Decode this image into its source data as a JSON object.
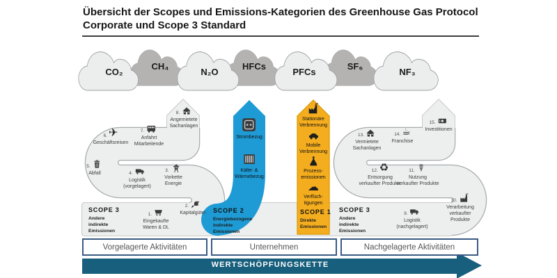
{
  "header": {
    "title": "Übersicht der Scopes und Emissions-Kategorien des Greenhouse Gas Protocol\nCorporate und Scope 3 Standard"
  },
  "gases": [
    {
      "label": "CO₂"
    },
    {
      "label": "CH₄"
    },
    {
      "label": "N₂O"
    },
    {
      "label": "HFCs"
    },
    {
      "label": "PFCs"
    },
    {
      "label": "SF₆"
    },
    {
      "label": "NF₃"
    }
  ],
  "scopes": {
    "scope3_upstream": {
      "heading": "SCOPE 3",
      "sub": "Andere\nindirekte\nEmissionen"
    },
    "scope2": {
      "heading": "SCOPE 2",
      "sub": "Energiebezogene\nindirekte\nEmissionen",
      "items": [
        {
          "label": "Strombezug",
          "icon": "power-outlet"
        },
        {
          "label": "Kälte- &\nWärmebezug",
          "icon": "radiator"
        }
      ]
    },
    "scope1": {
      "heading": "SCOPE 1",
      "sub": "Direkte\nEmissionen",
      "items": [
        {
          "label": "Stationäre\nVerbrennung",
          "icon": "factory-smoke"
        },
        {
          "label": "Mobile\nVerbrennung",
          "icon": "car"
        },
        {
          "label": "Prozess-\nemissionen",
          "icon": "flask"
        },
        {
          "label": "Verflüch-\ntigungen",
          "icon": "vapor-cloud"
        }
      ]
    },
    "scope3_downstream": {
      "heading": "SCOPE 3",
      "sub": "Andere\nindirekte\nEmissionen"
    }
  },
  "categories_upstream": [
    {
      "num": "1.",
      "label": "Eingekaufte\nWaren & DL",
      "icon": "shopping-cart"
    },
    {
      "num": "2.",
      "label": "Kapitalgüter",
      "icon": "capital-goods-box"
    },
    {
      "num": "3.",
      "label": "Vorkette\nEnergie",
      "icon": "power-tower"
    },
    {
      "num": "4.",
      "label": "Logistik\n(vorgelagert)",
      "icon": "truck"
    },
    {
      "num": "5.",
      "label": "Abfall",
      "icon": "trash-bin"
    },
    {
      "num": "6.",
      "label": "Geschäftsreisen",
      "icon": "airplane"
    },
    {
      "num": "7.",
      "label": "Anfahrt\nMitarbeitende",
      "icon": "bus"
    },
    {
      "num": "8.",
      "label": "Angemietete\nSachanlagen",
      "icon": "house"
    }
  ],
  "categories_downstream": [
    {
      "num": "9.",
      "label": "Logistik\n(nachgelagert)",
      "icon": "truck"
    },
    {
      "num": "10.",
      "label": "Verarbeitung\nverkaufter\nProdukte",
      "icon": "factory"
    },
    {
      "num": "11.",
      "label": "Nutzung\nverkaufter Produkte",
      "icon": "cfl-bulb"
    },
    {
      "num": "12.",
      "label": "Entsorgung\nverkaufter Produkte",
      "icon": "recycling"
    },
    {
      "num": "13.",
      "label": "Vermietete\nSachanlagen",
      "icon": "house"
    },
    {
      "num": "14.",
      "label": "Franchise",
      "icon": "coffee-cup"
    },
    {
      "num": "15.",
      "label": "Investitionen",
      "icon": "banknote"
    }
  ],
  "value_chain": {
    "segments": [
      {
        "label": "Vorgelagerte Aktivitäten"
      },
      {
        "label": "Unternehmen"
      },
      {
        "label": "Nachgelagerte Aktivitäten"
      }
    ],
    "arrow_label": "WERTSCHÖPFUNGSKETTE"
  },
  "colors": {
    "scope2_blue": "#1E9BD5",
    "scope1_yellow": "#F4AD1E",
    "value_chain_teal": "#175F7D",
    "path_gray": "#EDEEEE",
    "path_border": "#A6ABAD",
    "cloud_light": "#ECEDED",
    "cloud_dark": "#B5B2B2",
    "box_border_blue": "#3A5A84"
  }
}
